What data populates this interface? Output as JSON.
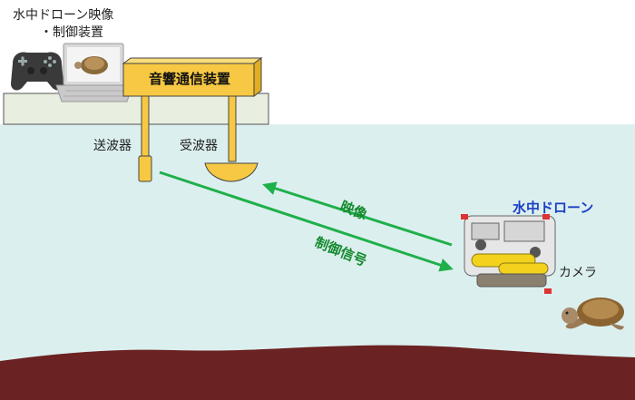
{
  "labels": {
    "top_title": "水中ドローン映像",
    "top_subtitle": "・制御装置",
    "acoustic_device": "音響通信装置",
    "transmitter": "送波器",
    "receiver": "受波器",
    "video": "映像",
    "control_signal": "制御信号",
    "underwater_drone": "水中ドローン",
    "camera": "カメラ"
  },
  "colors": {
    "water": "#dcefef",
    "platform": "#e8efe0",
    "seabed": "#6b2222",
    "device_box": "#f7c843",
    "arrow": "#1fb04a",
    "drone_label": "#1a3fc4",
    "signal_label": "#138a2e"
  },
  "icons": {
    "controller": "gamepad-icon",
    "laptop": "laptop-icon",
    "drone": "underwater-drone-icon",
    "turtle": "sea-turtle-icon"
  }
}
